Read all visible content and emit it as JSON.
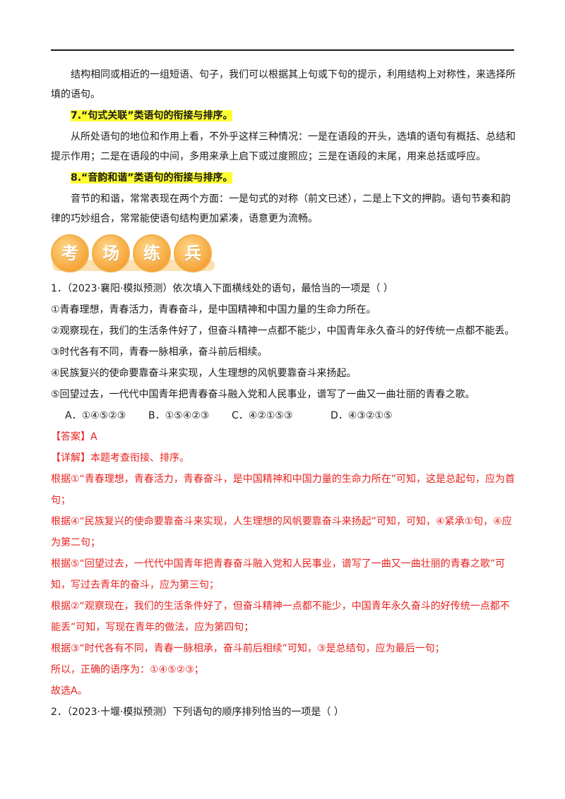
{
  "intro_paragraph": "结构相同或相近的一组短语、句子，我们可以根据其上句或下句的提示，利用结构上对称性，来选择所填的语句。",
  "heading7": "7.“句式关联”类语句的衔接与排序。",
  "para7": "从所处语句的地位和作用上看，不外乎这样三种情况：一是在语段的开头，选填的语句有概括、总结和提示作用；二是在语段的中间，多用来承上启下或过度照应；三是在语段的末尾，用来总括或呼应。",
  "heading8": "8.“音韵和谐”类语句的衔接与排序。",
  "para8": "音节的和谐，常常表现在两个方面：一是句式的对称（前文已述），二是上下文的押韵。语句节奏和韵律的巧妙组合，常常能使语句结构更加紧凑，语意更为流畅。",
  "banner": {
    "chars": [
      "考",
      "场",
      "练",
      "兵"
    ]
  },
  "question1": {
    "stem": "1．（2023·襄阳·模拟预测）依次填入下面横线处的语句，最恰当的一项是（    ）",
    "sentences": [
      "①青春理想，青春活力，青春奋斗，是中国精神和中国力量的生命力所在。",
      "②观察现在，我们的生活条件好了，但奋斗精神一点都不能少，中国青年永久奋斗的好传统一点都不能丢。",
      "③时代各有不同，青春一脉相承，奋斗前后相续。",
      "④民族复兴的使命要靠奋斗来实现，人生理想的风帆要靠奋斗来扬起。",
      "⑤回望过去，一代代中国青年把青春奋斗融入党和人民事业，谱写了一曲又一曲壮丽的青春之歌。"
    ],
    "options": [
      "A．①④⑤②③",
      "B．①⑤④②③",
      "C．④②①⑤③",
      "D．④③②①⑤"
    ]
  },
  "answer1": "【答案】A",
  "explanation1": [
    "【详解】本题考查衔接、排序。",
    "根据①“青春理想，青春活力，青春奋斗，是中国精神和中国力量的生命力所在”可知，这是总起句，应为首句；",
    "根据④“民族复兴的使命要靠奋斗来实现，人生理想的风帆要靠奋斗来扬起”可知，可知，④紧承①句，④应为第二句；",
    "根据⑤“回望过去，一代代中国青年把青春奋斗融入党和人民事业，谱写了一曲又一曲壮丽的青春之歌”可知，写过去青年的奋斗，应为第三句；",
    "根据②“观察现在，我们的生活条件好了，但奋斗精神一点都不能少，中国青年永久奋斗的好传统一点都不能丢”可知，写现在青年的做法，应为第四句；",
    "根据③“时代各有不同，青春一脉相承，奋斗前后相续”可知，③是总结句，应为最后一句；",
    "所以，正确的语序为：①④⑤②③；",
    "故选A。"
  ],
  "question2": {
    "stem": "2．（2023·十堰·模拟预测）下列语句的顺序排列恰当的一项是（    ）"
  },
  "colors": {
    "highlight": "#ffff33",
    "answer_red": "#e8221f",
    "banner_orange": "#f6a53a"
  }
}
